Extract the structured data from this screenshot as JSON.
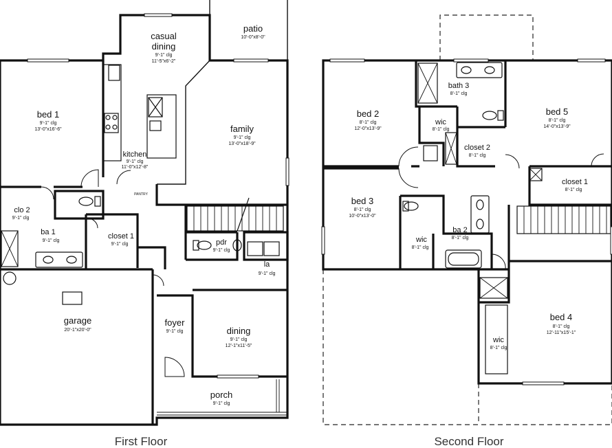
{
  "floors": {
    "first": {
      "caption": "First Floor",
      "rooms": {
        "patio": {
          "name": "patio",
          "ceiling": "",
          "dims": "10'-0\"x8'-0\""
        },
        "casual_dining": {
          "name1": "casual",
          "name2": "dining",
          "ceiling": "9'-1\" clg",
          "dims": "11'-5\"x6'-2\""
        },
        "bed1": {
          "name": "bed 1",
          "ceiling": "9'-1\" clg",
          "dims": "13'-0\"x16'-6\""
        },
        "family": {
          "name": "family",
          "ceiling": "9'-1\" clg",
          "dims": "13'-0\"x18'-9\""
        },
        "kitchen": {
          "name": "kitchen",
          "ceiling": "9'-1\" clg",
          "dims": "11'-0\"x12'-8\""
        },
        "pantry": {
          "name": "PANTRY"
        },
        "clo2": {
          "name": "clo 2",
          "ceiling": "9'-1\" clg"
        },
        "ba1": {
          "name": "ba 1",
          "ceiling": "9'-1\" clg"
        },
        "closet1": {
          "name": "closet 1",
          "ceiling": "9'-1\" clg"
        },
        "pdr": {
          "name": "pdr",
          "ceiling": "9'-1\" clg"
        },
        "la": {
          "name": "la",
          "ceiling": "9'-1\" clg"
        },
        "garage": {
          "name": "garage",
          "dims": "20'-1\"x20'-0\""
        },
        "foyer": {
          "name": "foyer",
          "ceiling": "9'-1\" clg"
        },
        "dining": {
          "name": "dining",
          "ceiling": "9'-1\" clg",
          "dims": "12'-1\"x11'-5\""
        },
        "porch": {
          "name": "porch",
          "ceiling": "9'-1\" clg"
        }
      }
    },
    "second": {
      "caption": "Second Floor",
      "rooms": {
        "bath3": {
          "name": "bath 3",
          "ceiling": "8'-1\" clg"
        },
        "bed2": {
          "name": "bed 2",
          "ceiling": "8'-1\" clg",
          "dims": "12'-0\"x13'-9\""
        },
        "wic_top": {
          "name": "wic",
          "ceiling": "8'-1\" clg"
        },
        "bed5": {
          "name": "bed 5",
          "ceiling": "8'-1\" clg",
          "dims": "14'-0\"x13'-9\""
        },
        "closet2": {
          "name": "closet 2",
          "ceiling": "8'-1\" clg"
        },
        "closet1": {
          "name": "closet 1",
          "ceiling": "8'-1\" clg"
        },
        "bed3": {
          "name": "bed 3",
          "ceiling": "8'-1\" clg",
          "dims": "10'-0\"x13'-0\""
        },
        "wic_mid": {
          "name": "wic",
          "ceiling": "8'-1\" clg"
        },
        "ba2": {
          "name": "ba 2",
          "ceiling": "8'-1\" clg"
        },
        "bed4": {
          "name": "bed 4",
          "ceiling": "8'-1\" clg",
          "dims": "12'-11\"x15'-1\""
        },
        "wic_bot": {
          "name": "wic",
          "ceiling": "8'-1\" clg"
        }
      }
    }
  }
}
